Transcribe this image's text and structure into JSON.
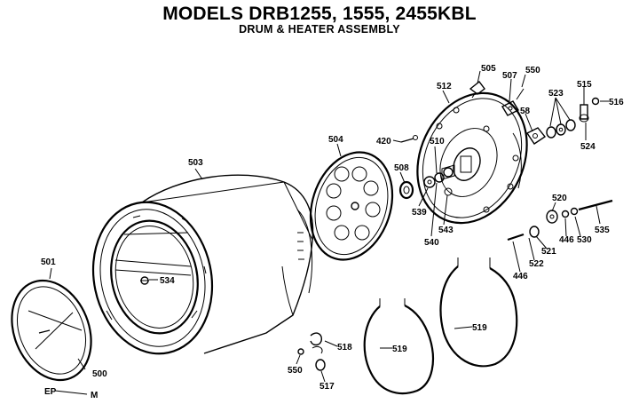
{
  "diagram": {
    "title": "MODELS DRB1255, 1555, 2455KBL",
    "subtitle": "DRUM & HEATER ASSEMBLY",
    "callouts": {
      "p501": "501",
      "p500": "500",
      "p503": "503",
      "p534": "534",
      "p504": "504",
      "p505": "505",
      "p507": "507",
      "p550a": "550",
      "p512": "512",
      "p420": "420",
      "p510": "510",
      "p508": "508",
      "p539": "539",
      "p540": "540",
      "p543": "543",
      "p58": "58",
      "p523": "523",
      "p515": "515",
      "p516": "516",
      "p524": "524",
      "p520": "520",
      "p521": "521",
      "p522": "522",
      "p446a": "446",
      "p446b": "446",
      "p530": "530",
      "p535": "535",
      "p519": "519",
      "p519b": "519",
      "p518": "518",
      "p517": "517",
      "p550b": "550",
      "pEP": "EP",
      "pM": "M"
    }
  }
}
